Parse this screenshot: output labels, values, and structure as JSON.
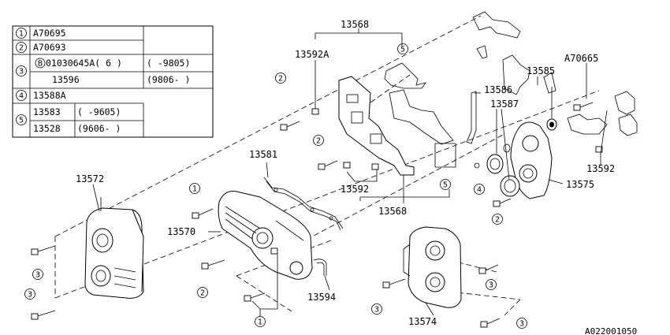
{
  "diagram_code": "A022001050",
  "legend": [
    {
      "ref": "1",
      "lines": [
        {
          "part": "A70695",
          "note": ""
        }
      ]
    },
    {
      "ref": "2",
      "lines": [
        {
          "part": "A70693",
          "note": ""
        }
      ]
    },
    {
      "ref": "3",
      "lines": [
        {
          "prefix": "B",
          "part": "01030645A( 6 )",
          "note": "(   -9805)"
        },
        {
          "part": "13596",
          "note": "(9806-   )"
        }
      ]
    },
    {
      "ref": "4",
      "lines": [
        {
          "part": "13588A",
          "note": ""
        }
      ]
    },
    {
      "ref": "5",
      "lines": [
        {
          "part": "13583",
          "note": "(   -9605)"
        },
        {
          "part": "13528",
          "note": "(9606-   )"
        }
      ]
    }
  ],
  "labels": {
    "p13568_top": "13568",
    "p13568_bottom": "13568",
    "p13592A": "13592A",
    "p13585": "13585",
    "pA70665": "A70665",
    "p13586": "13586",
    "p13587": "13587",
    "p13581": "13581",
    "p13572": "13572",
    "p13570": "13570",
    "p13592_left": "13592",
    "p13592_right": "13592",
    "p13575": "13575",
    "p13594": "13594",
    "p13574": "13574"
  },
  "callouts": {
    "c5_top": "5",
    "c5_bottom": "5",
    "c2_a": "2",
    "c2_b": "2",
    "c2_c": "2",
    "c2_d": "2",
    "c1_a": "1",
    "c1_b": "1",
    "c3_a": "3",
    "c3_b": "3",
    "c3_c": "3",
    "c3_d": "3",
    "c3_e": "3",
    "c4_a": "4"
  }
}
